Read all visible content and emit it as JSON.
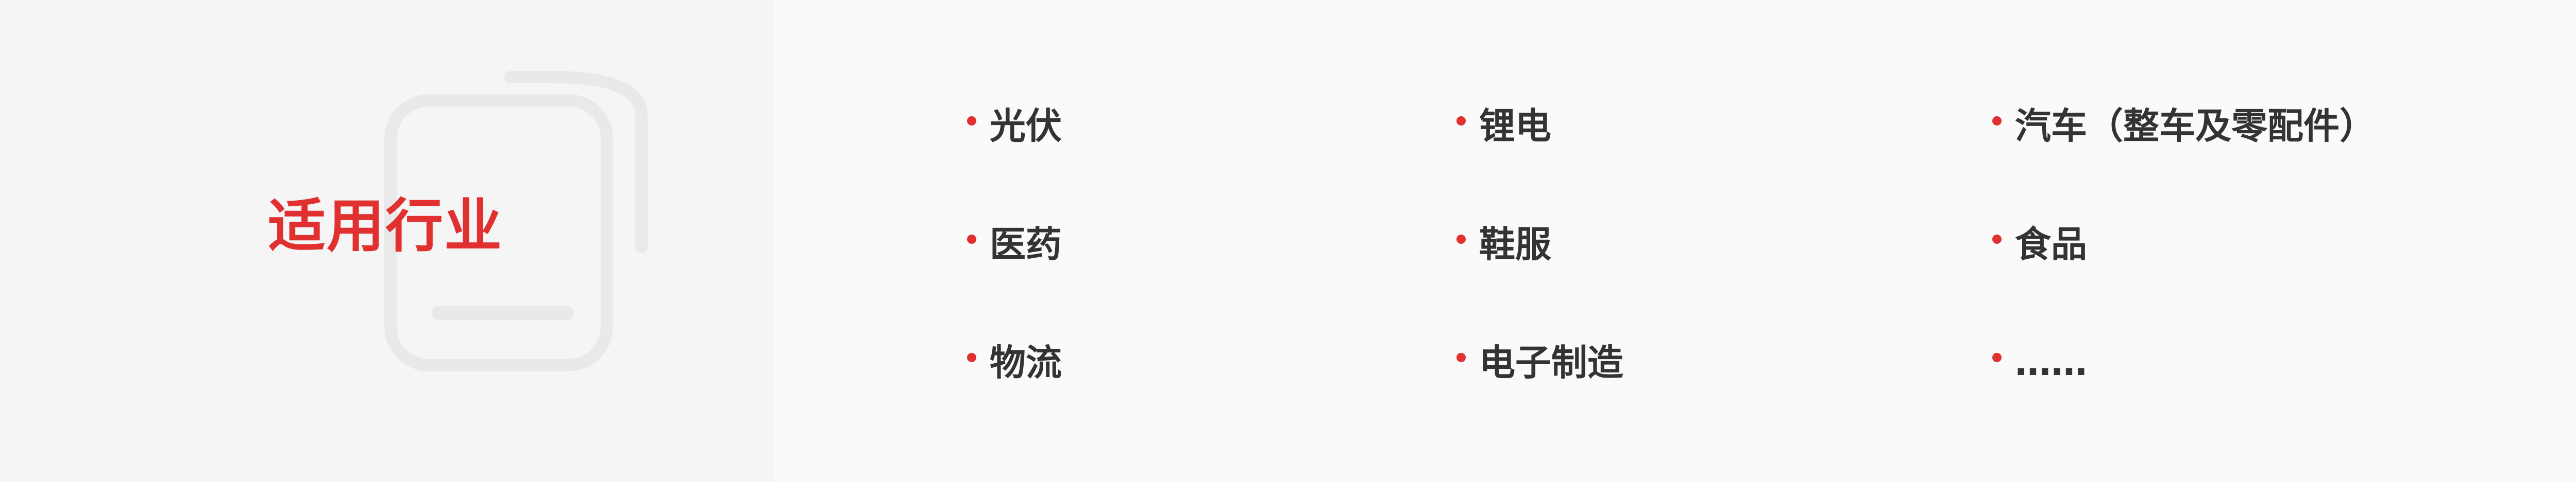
{
  "title": "适用行业",
  "colors": {
    "accent": "#e03030",
    "text": "#333333",
    "left_bg": "#f5f5f5",
    "right_bg": "#fafafa",
    "icon": "#e9e9e9"
  },
  "industries": [
    "光伏",
    "锂电",
    "汽车（整车及零配件）",
    "医药",
    "鞋服",
    "食品",
    "物流",
    "电子制造",
    "……"
  ],
  "decor": {
    "icon_name": "document-icon"
  }
}
